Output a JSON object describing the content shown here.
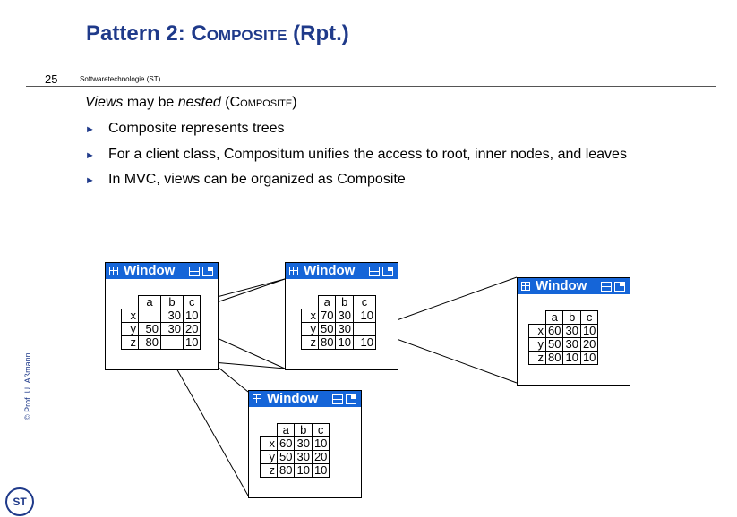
{
  "slide": {
    "title_prefix": "Pattern 2: ",
    "title_pattern": "Composite",
    "title_suffix": " (Rpt.)",
    "page_number": "25",
    "course": "Softwaretechnologie (ST)",
    "copyright": "© Prof. U. Aßmann",
    "logo_text": "ST"
  },
  "intro": {
    "views": "Views",
    "may_be": " may be ",
    "nested": "nested",
    "paren_open": " (",
    "composite": "Composite",
    "paren_close": ")"
  },
  "bullets": [
    "Composite represents trees",
    "For a client class, Compositum unifies the access to root, inner nodes, and leaves",
    "In MVC, views can be organized as Composite"
  ],
  "windows": {
    "title": "Window",
    "columns": [
      "a",
      "b",
      "c"
    ],
    "rows": [
      "x",
      "y",
      "z"
    ],
    "left": [
      [
        "",
        "30",
        "10"
      ],
      [
        "50",
        "30",
        "20"
      ],
      [
        "80",
        "",
        "10"
      ]
    ],
    "middle": [
      [
        "70",
        "30",
        "10"
      ],
      [
        "50",
        "30",
        ""
      ],
      [
        "80",
        "10",
        "10"
      ]
    ],
    "right": [
      [
        "60",
        "30",
        "10"
      ],
      [
        "50",
        "30",
        "20"
      ],
      [
        "80",
        "10",
        "10"
      ]
    ],
    "bottom": [
      [
        "60",
        "30",
        "10"
      ],
      [
        "50",
        "30",
        "20"
      ],
      [
        "80",
        "10",
        "10"
      ]
    ]
  },
  "colors": {
    "title": "#1f3a8a",
    "window_titlebar": "#1565d8"
  },
  "icons": [
    "grid-icon",
    "minimize-icon",
    "maximize-icon",
    "bullet-triangle-icon"
  ]
}
